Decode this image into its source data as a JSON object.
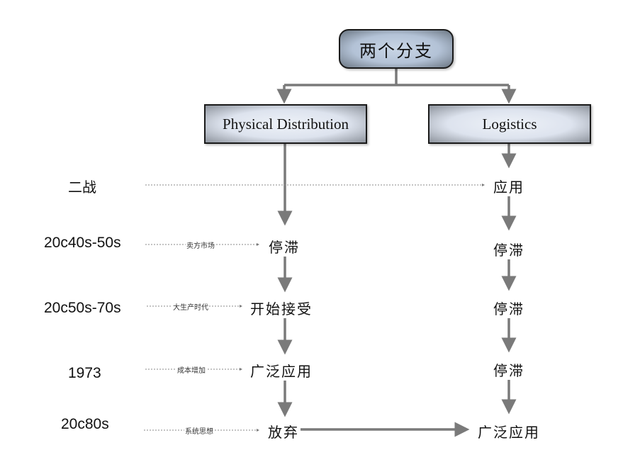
{
  "diagram": {
    "root": {
      "label": "两个分支"
    },
    "branches": [
      {
        "label": "Physical Distribution"
      },
      {
        "label": "Logistics"
      }
    ],
    "eras": [
      {
        "label": "二战"
      },
      {
        "label": "20c40s-50s"
      },
      {
        "label": "20c50s-70s"
      },
      {
        "label": "1973"
      },
      {
        "label": "20c80s"
      }
    ],
    "reasons": [
      {
        "label": "卖方市场"
      },
      {
        "label": "大生产时代"
      },
      {
        "label": "成本增加"
      },
      {
        "label": "系统思想"
      }
    ],
    "physical_distribution_states": [
      {
        "label": "停滞"
      },
      {
        "label": "开始接受"
      },
      {
        "label": "广泛应用"
      },
      {
        "label": "放弃"
      }
    ],
    "logistics_states": [
      {
        "label": "应用"
      },
      {
        "label": "停滞"
      },
      {
        "label": "停滞"
      },
      {
        "label": "停滞"
      },
      {
        "label": "广泛应用"
      }
    ],
    "colors": {
      "connector": "#7a7a7a",
      "dotted": "#8a8a8a",
      "box_border": "#1a1a1a",
      "root_fill": "#b3c2d6",
      "branch_fill": "#dde3ee"
    }
  }
}
